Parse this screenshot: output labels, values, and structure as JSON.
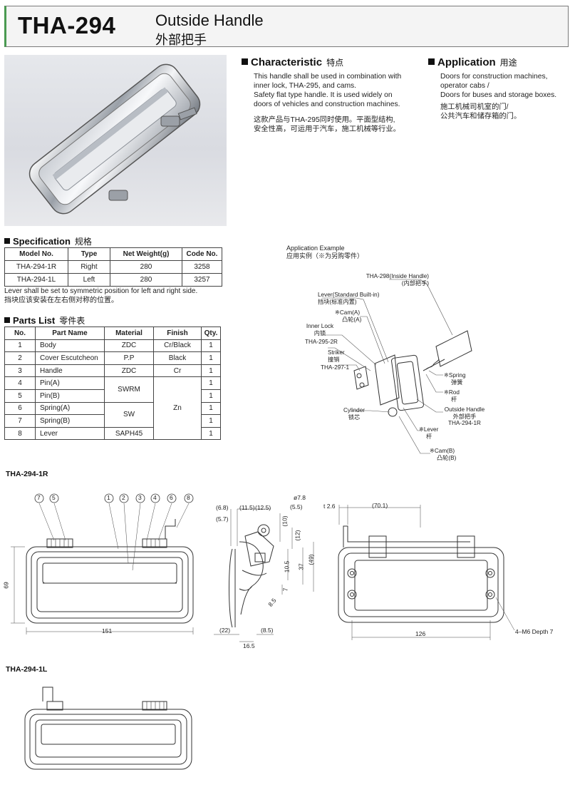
{
  "header": {
    "model": "THA-294",
    "title_en": "Outside Handle",
    "title_cn": "外部把手"
  },
  "characteristic": {
    "title": "Characteristic",
    "title_cn": "特点",
    "lines_en": [
      "This handle shall be used in combination with",
      "inner lock, THA-295, and cams.",
      "Safety flat type handle. It is used widely on",
      "doors of vehicles and construction machines."
    ],
    "lines_cn": [
      "这款产品与THA-295同时使用。平面型结构,",
      "安全性高，可运用于汽车，施工机械等行业。"
    ]
  },
  "application": {
    "title": "Application",
    "title_cn": "用途",
    "lines_en": [
      "Doors for construction machines,",
      "operator cabs /",
      "Doors for buses and storage boxes."
    ],
    "lines_cn": [
      "施工机械司机室的门/",
      "公共汽车和储存箱的门。"
    ]
  },
  "specification": {
    "title": "Specification",
    "title_cn": "规格",
    "headers": [
      "Model No.",
      "Type",
      "Net Weight(g)",
      "Code No."
    ],
    "rows": [
      [
        "THA-294-1R",
        "Right",
        "280",
        "3258"
      ],
      [
        "THA-294-1L",
        "Left",
        "280",
        "3257"
      ]
    ],
    "note_en": "Lever shall be set to symmetric position for left and right side.",
    "note_cn": "挡块应该安装在左右侧对称的位置。"
  },
  "parts_list": {
    "title": "Parts List",
    "title_cn": "零件表",
    "headers": [
      "No.",
      "Part Name",
      "Material",
      "Finish",
      "Qty."
    ],
    "rows": [
      {
        "no": "1",
        "name": "Body",
        "material": "ZDC",
        "finish": "Cr/Black",
        "qty": "1"
      },
      {
        "no": "2",
        "name": "Cover Escutcheon",
        "material": "P.P",
        "finish": "Black",
        "qty": "1"
      },
      {
        "no": "3",
        "name": "Handle",
        "material": "ZDC",
        "finish": "Cr",
        "qty": "1"
      },
      {
        "no": "4",
        "name": "Pin(A)",
        "material": "SWRM",
        "finish": "Zn",
        "qty": "1"
      },
      {
        "no": "5",
        "name": "Pin(B)",
        "material": "",
        "finish": "",
        "qty": "1"
      },
      {
        "no": "6",
        "name": "Spring(A)",
        "material": "SW",
        "finish": "",
        "qty": "1"
      },
      {
        "no": "7",
        "name": "Spring(B)",
        "material": "",
        "finish": "",
        "qty": "1"
      },
      {
        "no": "8",
        "name": "Lever",
        "material": "SAPH45",
        "finish": "",
        "qty": "1"
      }
    ]
  },
  "application_example": {
    "title_en": "Application Example",
    "title_cn": "应用实例（※为另购零件）",
    "labels": {
      "inside_handle_en": "THA-298(Inside Handle)",
      "inside_handle_cn": "(内部把手)",
      "lever_en": "Lever(Standard Built-in)",
      "lever_cn": "挡块(标准内置)",
      "cam_a_en": "※Cam(A)",
      "cam_a_cn": "凸轮(A)",
      "inner_lock_en": "Inner Lock",
      "inner_lock_cn": "内锁",
      "inner_lock_model": "THA-295-2R",
      "striker_en": "Striker",
      "striker_cn": "撞销",
      "striker_model": "THA-297-1",
      "cylinder_en": "Cylinder",
      "cylinder_cn": "锁芯",
      "spring_en": "※Spring",
      "spring_cn": "弹簧",
      "rod_en": "※Rod",
      "rod_cn": "杆",
      "outside_handle_en": "Outside Handle",
      "outside_handle_cn": "外部把手",
      "outside_handle_model": "THA-294-1R",
      "lever2_en": "※Lever",
      "lever2_cn": "杆",
      "cam_b_en": "※Cam(B)",
      "cam_b_cn": "凸轮(B)"
    }
  },
  "drawings": {
    "r_title": "THA-294-1R",
    "l_title": "THA-294-1L",
    "balloons": [
      "7",
      "5",
      "1",
      "2",
      "3",
      "4",
      "6",
      "8"
    ],
    "front": {
      "width": "151",
      "height": "69"
    },
    "side": {
      "d1": "(6.8)",
      "d2": "(5.7)",
      "d3": "(11.5)",
      "d4": "(12.5)",
      "d5": "ø7.8",
      "d6": "(5.5)",
      "d7": "(10)",
      "d8": "(12)",
      "d9": "37",
      "d10": "(49)",
      "d11": "10.5",
      "d12": "7",
      "d13": "8.5",
      "d14": "(22)",
      "d15": "(8.5)",
      "d16": "16.5"
    },
    "back": {
      "t": "t 2.6",
      "w1": "(70.1)",
      "w2": "126",
      "hole": "4–M6 Depth 7"
    }
  }
}
